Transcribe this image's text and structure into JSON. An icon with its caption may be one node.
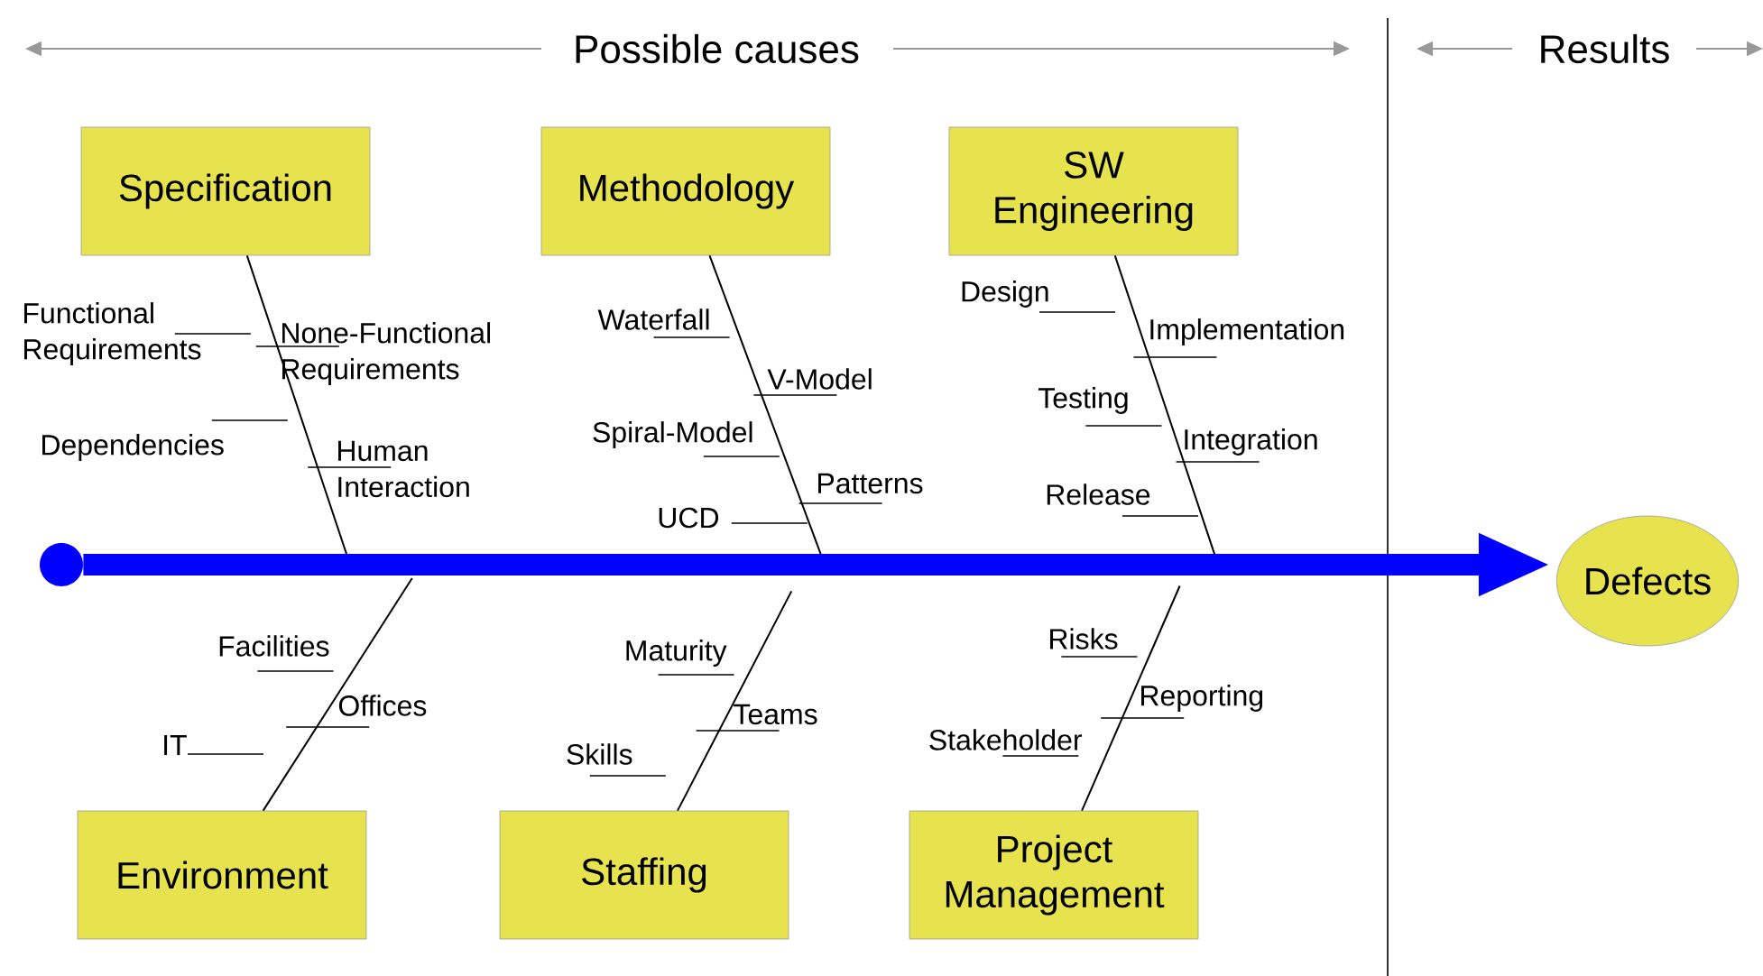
{
  "diagram": {
    "nodes": [
      {
        "text": [
          "Specification"
        ]
      },
      {
        "text": [
          "Methodology"
        ]
      },
      {
        "text": [
          "SW Engineering"
        ]
      },
      {
        "text": [
          "Environment"
        ]
      },
      {
        "text": [
          "Staffing"
        ]
      },
      {
        "text": [
          "Project Management"
        ]
      },
      {
        "text": [
          "Defects"
        ]
      },
      {
        "text": [],
        "shape": "circle"
      }
    ],
    "edges": [
      {
        "from": 0,
        "to": null,
        "arrow": "none"
      },
      {
        "from": 1,
        "to": null,
        "arrow": "none"
      },
      {
        "from": 2,
        "to": null,
        "arrow": "none"
      },
      {
        "from": 3,
        "to": null,
        "arrow": "none"
      },
      {
        "from": 4,
        "to": null,
        "arrow": "none"
      },
      {
        "from": 5,
        "to": null,
        "arrow": "none"
      },
      {
        "from": 7,
        "to": 6,
        "arrow": "to",
        "style": "thick",
        "color": "#0000ff"
      }
    ],
    "labels": [
      "Possible causes",
      "Results",
      "Functional Requirements",
      "None-Functional Requirements",
      "Dependencies",
      "Human Interaction",
      "Waterfall",
      "V-Model",
      "Spiral-Model",
      "Patterns",
      "UCD",
      "Design",
      "Implementation",
      "Testing",
      "Integration",
      "Release",
      "Facilities",
      "Offices",
      "IT",
      "Maturity",
      "Teams",
      "Skills",
      "Risks",
      "Reporting",
      "Stakeholder"
    ]
  }
}
